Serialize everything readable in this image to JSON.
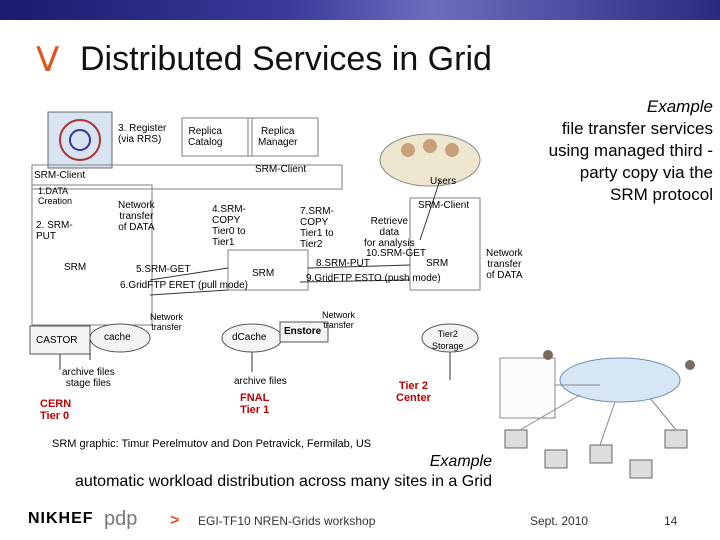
{
  "slide": {
    "bullet": "V",
    "title": "Distributed Services in Grid"
  },
  "diagram": {
    "register": "3. Register\n(via RRS)",
    "replica_catalog": "Replica\nCatalog",
    "replica_manager": "Replica\nManager",
    "srm_client_center": "SRM-Client",
    "srm_client_left": "SRM-Client",
    "data_creation": "1.DATA\nCreation",
    "put": "2. SRM-\nPUT",
    "network_transfer_data_left": "Network\ntransfer\nof DATA",
    "srm_copy_tier0": "4.SRM-\nCOPY\nTier0 to\nTier1",
    "srm_left": "SRM",
    "srm_get_5": "5.SRM-GET",
    "srm_center": "SRM",
    "gridftp_eret": "6.GridFTP ERET (pull mode)",
    "srm_copy_tier1": "7.SRM-\nCOPY\nTier1 to\nTier2",
    "retrieve": "Retrieve\ndata\nfor analysis",
    "users": "Users",
    "srm_client_right": "SRM-Client",
    "srm_get_10": "10.SRM-GET",
    "srm_put_8": "8.SRM-PUT",
    "srm_right": "SRM",
    "network_transfer_data_right": "Network\ntransfer\nof DATA",
    "gridftp_esto": "9.GridFTP ESTO (push mode)",
    "network_transfer_left": "Network\ntransfer",
    "network_transfer_center": "Network\ntransfer",
    "castor": "CASTOR",
    "cache": "cache",
    "dcache": "dCache",
    "enstore": "Enstore",
    "tier2_storage": "Tier2\nStorage",
    "archive_stage": "archive files\nstage files",
    "archive_files": "archive files",
    "cern": "CERN\nTier 0",
    "fnal": "FNAL\nTier 1",
    "tier2_center": "Tier 2\nCenter",
    "credit": "SRM graphic: Timur Perelmutov and Don Petravick, Fermilab, US"
  },
  "caption_right": {
    "italic": "Example",
    "text": "file transfer services using managed third -party copy via the SRM protocol"
  },
  "caption_bottom": {
    "italic": "Example",
    "text": "automatic workload distribution across many sites in a Grid"
  },
  "footer": {
    "logo_left": "NIKHEF",
    "logo_pdp": "pdp",
    "arrow": ">",
    "workshop": "EGI-TF10 NREN-Grids workshop",
    "date": "Sept. 2010",
    "page": "14"
  },
  "colors": {
    "accent": "#e0531a",
    "highlight": "#c00000",
    "topbar": "#1a1a6e"
  }
}
